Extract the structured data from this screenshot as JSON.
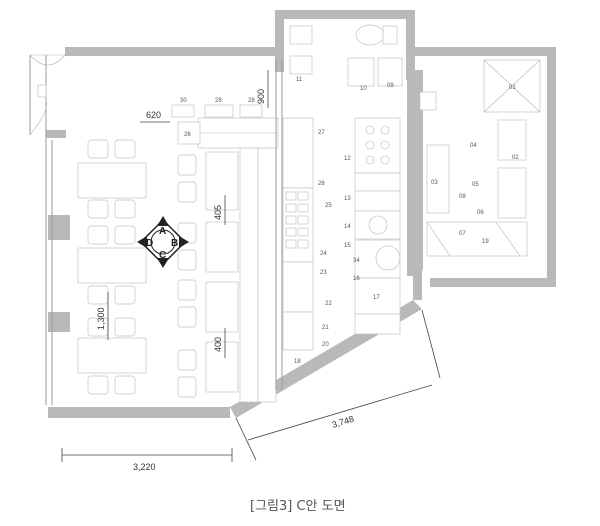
{
  "caption": "[그림3] C안 도면",
  "dimensions": {
    "d620": "620",
    "d900": "900",
    "d405": "405",
    "d1300": "1,300",
    "d400": "400",
    "d3748": "3,748",
    "d3220": "3,220"
  },
  "view_marker": {
    "a": "A",
    "b": "B",
    "c": "C",
    "d": "D"
  },
  "labels": {
    "n30": "30",
    "n28a": "28",
    "n28b": "28",
    "n26": "26",
    "n11": "11",
    "n10": "10",
    "n09": "09",
    "n27": "27",
    "n12": "12",
    "n26b": "26",
    "n25": "25",
    "n13": "13",
    "n24": "24",
    "n14": "14",
    "n15": "15",
    "n34": "34",
    "n16": "16",
    "n23": "23",
    "n22": "22",
    "n17": "17",
    "n21": "21",
    "n20": "20",
    "n18": "18",
    "n01": "01",
    "n02": "02",
    "n03": "03",
    "n04": "04",
    "n05": "05",
    "n06": "06",
    "n07": "07",
    "n08": "08",
    "n19": "19"
  }
}
